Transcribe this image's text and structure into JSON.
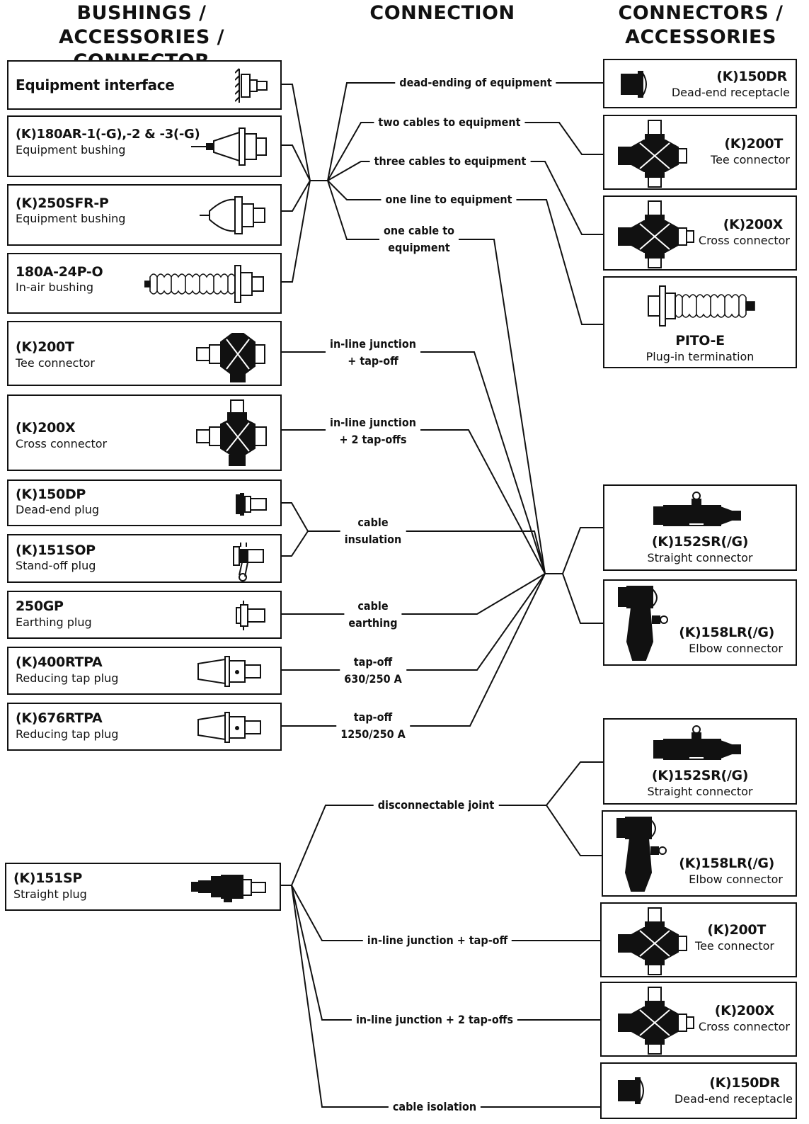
{
  "headers": {
    "left": [
      "BUSHINGS / ACCESSORIES /",
      "CONNECTOR"
    ],
    "middle": "CONNECTION",
    "right": [
      "CONNECTORS /",
      "ACCESSORIES"
    ]
  },
  "left_items": [
    {
      "code": "Equipment interface",
      "desc": "",
      "icon": "equipment-interface-icon"
    },
    {
      "code": "(K)180AR-1(-G),-2 & -3(-G)",
      "desc": "Equipment bushing",
      "icon": "equipment-bushing-icon"
    },
    {
      "code": "(K)250SFR-P",
      "desc": "Equipment bushing",
      "icon": "equipment-bushing-icon"
    },
    {
      "code": "180A-24P-O",
      "desc": "In-air bushing",
      "icon": "in-air-bushing-icon"
    },
    {
      "code": "(K)200T",
      "desc": "Tee connector",
      "icon": "tee-connector-icon"
    },
    {
      "code": "(K)200X",
      "desc": "Cross connector",
      "icon": "cross-connector-icon"
    },
    {
      "code": "(K)150DP",
      "desc": "Dead-end plug",
      "icon": "dead-end-plug-icon"
    },
    {
      "code": "(K)151SOP",
      "desc": "Stand-off plug",
      "icon": "stand-off-plug-icon"
    },
    {
      "code": "250GP",
      "desc": "Earthing plug",
      "icon": "earthing-plug-icon"
    },
    {
      "code": "(K)400RTPA",
      "desc": "Reducing tap plug",
      "icon": "reducing-tap-plug-icon"
    },
    {
      "code": "(K)676RTPA",
      "desc": "Reducing tap plug",
      "icon": "reducing-tap-plug-icon"
    },
    {
      "code": "(K)151SP",
      "desc": "Straight plug",
      "icon": "straight-plug-icon"
    }
  ],
  "connections": [
    "dead-ending of equipment",
    "two cables to equipment",
    "three cables to equipment",
    "one line to equipment",
    "one cable to\nequipment",
    "in-line junction\n+ tap-off",
    "in-line junction\n+ 2 tap-offs",
    "cable\ninsulation",
    "cable\nearthing",
    "tap-off\n630/250 A",
    "tap-off\n1250/250 A",
    "disconnectable joint",
    "in-line junction + tap-off",
    "in-line junction + 2 tap-offs",
    "cable isolation"
  ],
  "right_items": [
    {
      "code": "(K)150DR",
      "desc": "Dead-end receptacle",
      "icon": "dead-end-receptacle-icon"
    },
    {
      "code": "(K)200T",
      "desc": "Tee connector",
      "icon": "tee-connector-icon"
    },
    {
      "code": "(K)200X",
      "desc": "Cross connector",
      "icon": "cross-connector-icon"
    },
    {
      "code": "PITO-E",
      "desc": "Plug-in termination",
      "icon": "plug-in-termination-icon"
    },
    {
      "code": "(K)152SR(/G)",
      "desc": "Straight connector",
      "icon": "straight-connector-icon"
    },
    {
      "code": "(K)158LR(/G)",
      "desc": "Elbow connector",
      "icon": "elbow-connector-icon"
    },
    {
      "code": "(K)152SR(/G)",
      "desc": "Straight connector",
      "icon": "straight-connector-icon"
    },
    {
      "code": "(K)158LR(/G)",
      "desc": "Elbow connector",
      "icon": "elbow-connector-icon"
    },
    {
      "code": "(K)200T",
      "desc": "Tee connector",
      "icon": "tee-connector-icon"
    },
    {
      "code": "(K)200X",
      "desc": "Cross connector",
      "icon": "cross-connector-icon"
    },
    {
      "code": "(K)150DR",
      "desc": "Dead-end receptacle",
      "icon": "dead-end-receptacle-icon"
    }
  ],
  "colors": {
    "ink": "#111111",
    "paper": "#ffffff"
  }
}
